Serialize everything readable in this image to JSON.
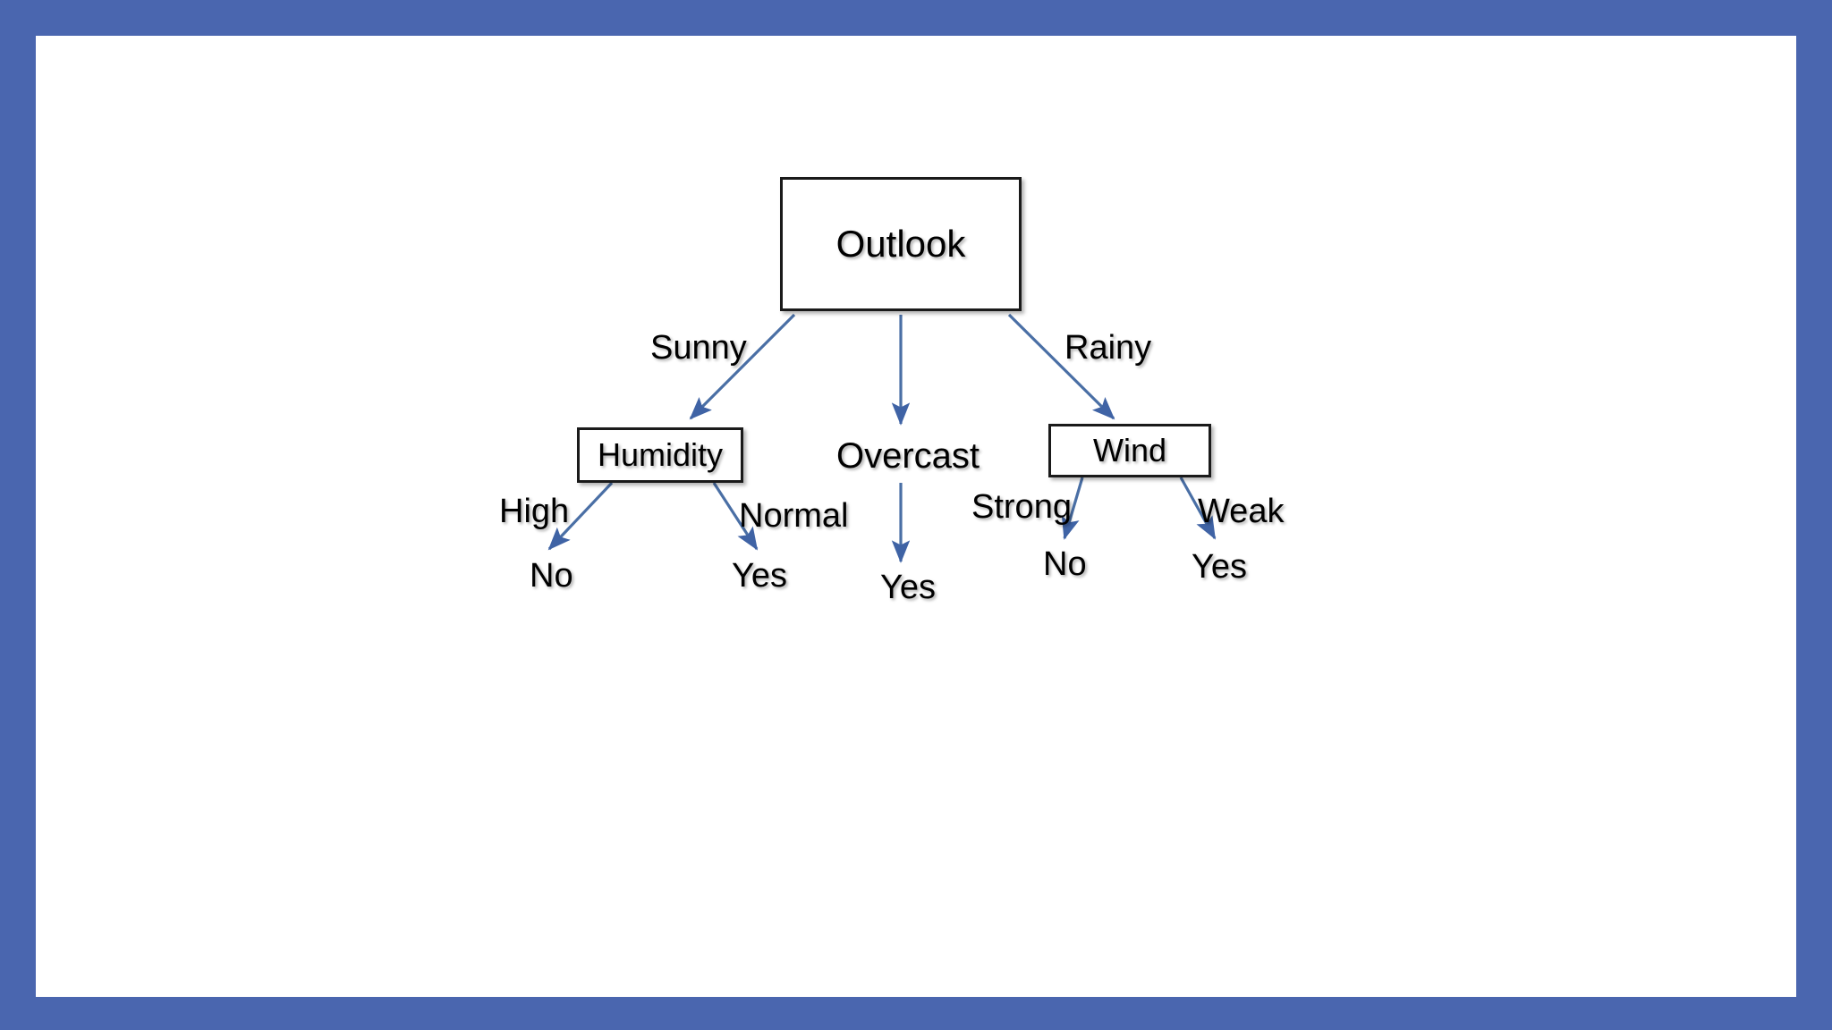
{
  "slide": {
    "background_color": "#4A66AF",
    "canvas_color": "#FFFFFF"
  },
  "theme": {
    "edge_color": "#4A6FA5",
    "node_border_color": "#1A1A1A",
    "node_fill_color": "#FFFFFF",
    "text_color": "#000000"
  },
  "diagram": {
    "type": "decision-tree",
    "root": "Outlook",
    "nodes": [
      {
        "id": "outlook",
        "label": "Outlook",
        "kind": "decision"
      },
      {
        "id": "humidity",
        "label": "Humidity",
        "kind": "decision"
      },
      {
        "id": "wind",
        "label": "Wind",
        "kind": "decision"
      }
    ],
    "branch_texts": [
      {
        "id": "overcast",
        "label": "Overcast"
      }
    ],
    "edge_labels": [
      {
        "id": "sunny",
        "label": "Sunny"
      },
      {
        "id": "rainy",
        "label": "Rainy"
      },
      {
        "id": "high",
        "label": "High"
      },
      {
        "id": "normal",
        "label": "Normal"
      },
      {
        "id": "strong",
        "label": "Strong"
      },
      {
        "id": "weak",
        "label": "Weak"
      }
    ],
    "leaves": [
      {
        "id": "sunny-high",
        "label": "No"
      },
      {
        "id": "sunny-normal",
        "label": "Yes"
      },
      {
        "id": "overcast",
        "label": "Yes"
      },
      {
        "id": "rainy-strong",
        "label": "No"
      },
      {
        "id": "rainy-weak",
        "label": "Yes"
      }
    ],
    "edges": [
      {
        "from": "outlook",
        "to": "humidity",
        "label": "Sunny"
      },
      {
        "from": "outlook",
        "to": "overcast",
        "label": ""
      },
      {
        "from": "outlook",
        "to": "wind",
        "label": "Rainy"
      },
      {
        "from": "overcast",
        "to": "overcast-leaf",
        "label": ""
      },
      {
        "from": "humidity",
        "to": "sunny-high",
        "label": "High"
      },
      {
        "from": "humidity",
        "to": "sunny-normal",
        "label": "Normal"
      },
      {
        "from": "wind",
        "to": "rainy-strong",
        "label": "Strong"
      },
      {
        "from": "wind",
        "to": "rainy-weak",
        "label": "Weak"
      }
    ]
  }
}
